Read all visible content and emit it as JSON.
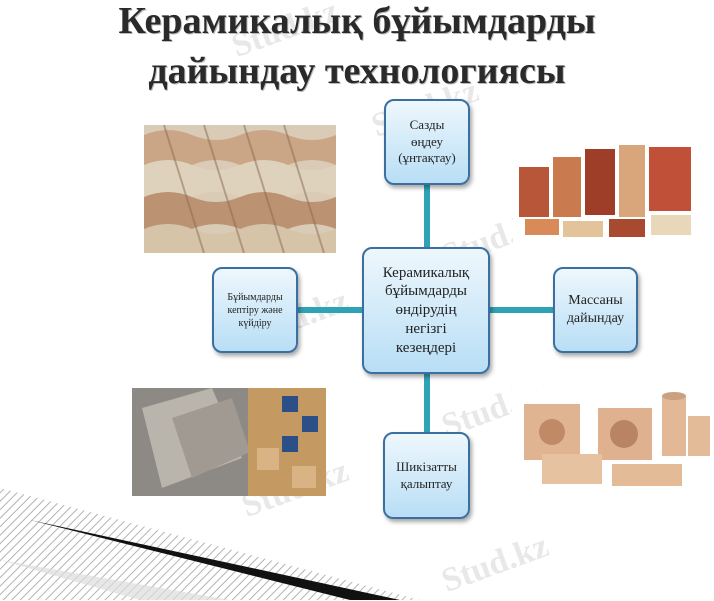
{
  "diagram": {
    "title_line1": "Керамикалық бұйымдарды",
    "title_line2": "дайындау технологиясы",
    "center": "Керамикалық\nбұйымдарды\nөндірудің\nнегізгі\nкезеңдері",
    "top": "Сазды\nөңдеу\n(ұнтақтау)",
    "right": "Массаны\nдайындау",
    "bottom": "Шикізатты\nқалыптау",
    "left": "Бұйымдарды\nкептіру және\nкүйдіру"
  },
  "watermark": "Stud.kz",
  "colors": {
    "node_border": "#3a6fa0",
    "connector": "#2fa3b6"
  }
}
